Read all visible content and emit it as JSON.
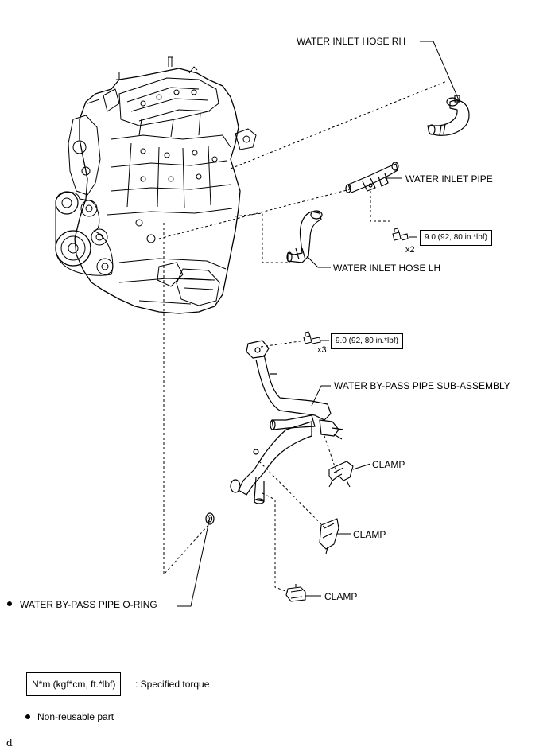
{
  "labels": {
    "water_inlet_hose_rh": "WATER INLET HOSE RH",
    "water_inlet_pipe": "WATER INLET PIPE",
    "water_inlet_hose_lh": "WATER INLET HOSE LH",
    "water_bypass_pipe_sub_assembly": "WATER BY-PASS PIPE SUB-ASSEMBLY",
    "clamp_1": "CLAMP",
    "clamp_2": "CLAMP",
    "clamp_3": "CLAMP",
    "water_bypass_pipe_oring": "WATER BY-PASS PIPE O-RING"
  },
  "torques": {
    "inlet_pipe_bolt": "9.0 (92, 80 in.*lbf)",
    "bypass_pipe_bolt": "9.0 (92, 80 in.*lbf)"
  },
  "quantities": {
    "inlet_pipe_bolt": "x2",
    "bypass_pipe_bolt": "x3"
  },
  "legend": {
    "torque_unit": "N*m (kgf*cm, ft.*lbf)",
    "torque_desc": ": Specified torque",
    "non_reusable": "Non-reusable part"
  },
  "corner_mark": "d"
}
